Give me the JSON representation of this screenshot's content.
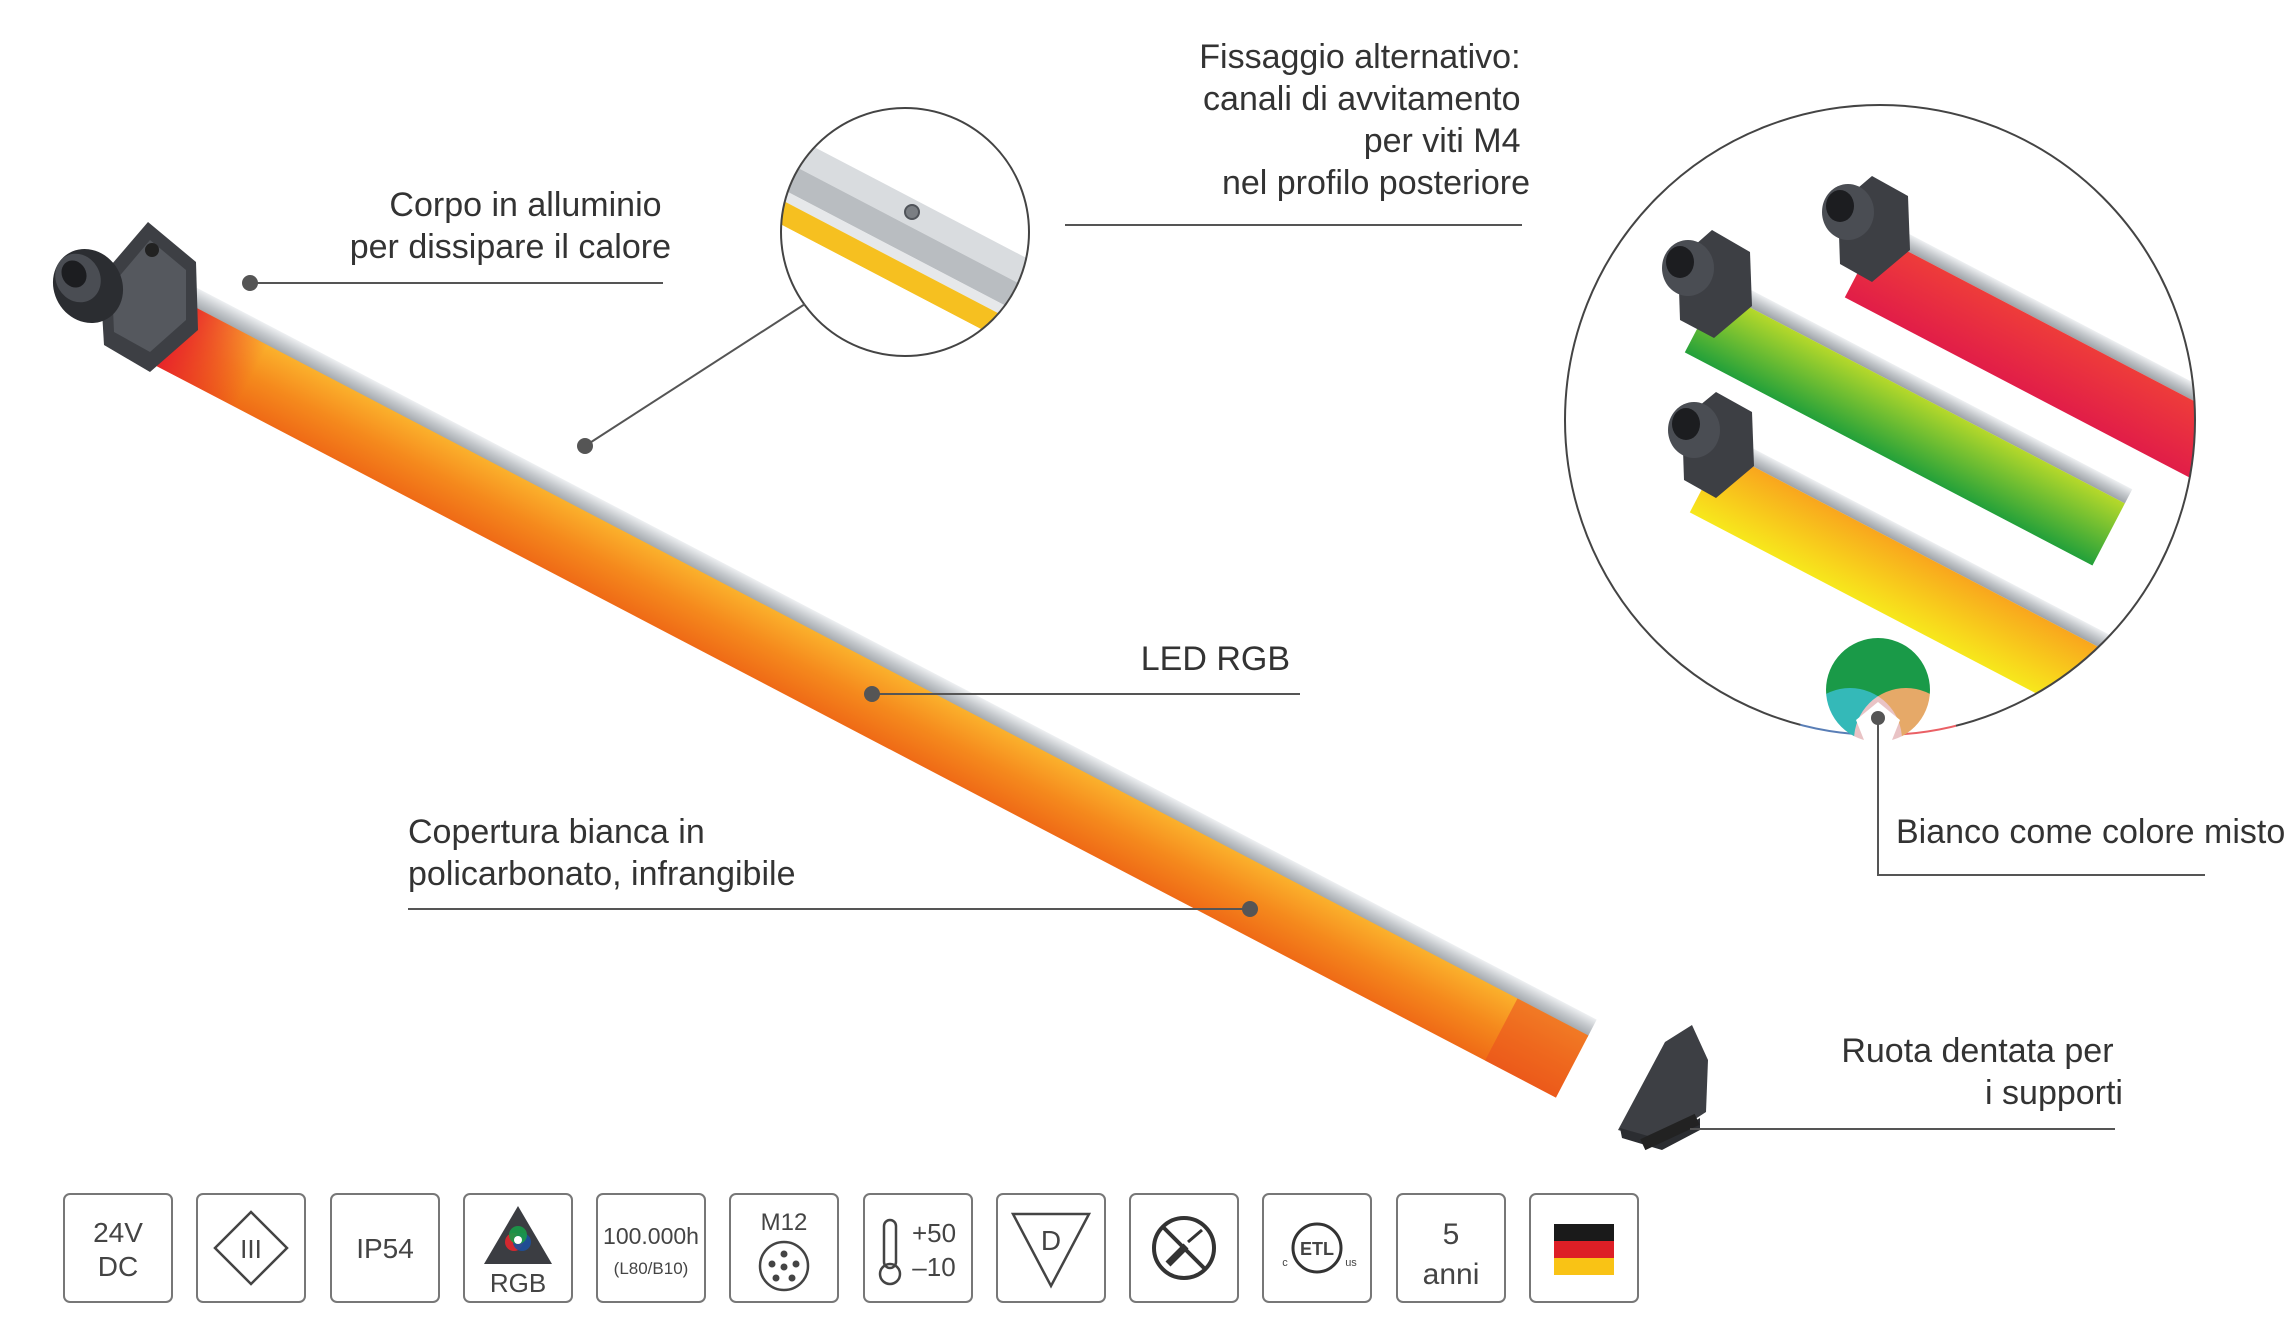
{
  "callouts": {
    "body": [
      "Corpo in alluminio",
      "per dissipare il calore"
    ],
    "fixing": [
      "Fissaggio alternativo:",
      "canali di avvitamento",
      "per viti M4",
      "nel profilo posteriore"
    ],
    "led": [
      "LED RGB"
    ],
    "cover": [
      "Copertura bianca in",
      "policarbonato, infrangibile"
    ],
    "gear": [
      "Ruota dentata per",
      "i supporti"
    ],
    "white_mix": [
      "Bianco come colore misto"
    ]
  },
  "certifications": [
    {
      "name": "voltage",
      "lines": [
        "24V",
        "DC"
      ]
    },
    {
      "name": "protection-class",
      "lines": [
        "III"
      ]
    },
    {
      "name": "ip-rating",
      "lines": [
        "IP54"
      ]
    },
    {
      "name": "rgb",
      "lines": [
        "RGB"
      ]
    },
    {
      "name": "lifetime",
      "lines": [
        "100.000h",
        "(L80/B10)"
      ]
    },
    {
      "name": "connector",
      "lines": [
        "M12"
      ]
    },
    {
      "name": "temperature",
      "lines": [
        "+50",
        "–10"
      ]
    },
    {
      "name": "d-mark",
      "lines": [
        "D"
      ]
    },
    {
      "name": "maintenance-free",
      "lines": []
    },
    {
      "name": "etl-listed",
      "lines": [
        "ETL",
        "c",
        "us"
      ]
    },
    {
      "name": "warranty",
      "lines": [
        "5",
        "anni"
      ]
    },
    {
      "name": "made-in-germany",
      "lines": []
    }
  ],
  "colors": {
    "bar_orange": "#f5921e",
    "bar_red": "#e8242a",
    "green": "#2fa83b",
    "yellow": "#f6e51d",
    "blue": "#1d4f9c",
    "aluminium": "#c9ccd0",
    "flag_black": "#1a1a1a",
    "flag_red": "#dd1f26",
    "flag_gold": "#f9c315"
  }
}
